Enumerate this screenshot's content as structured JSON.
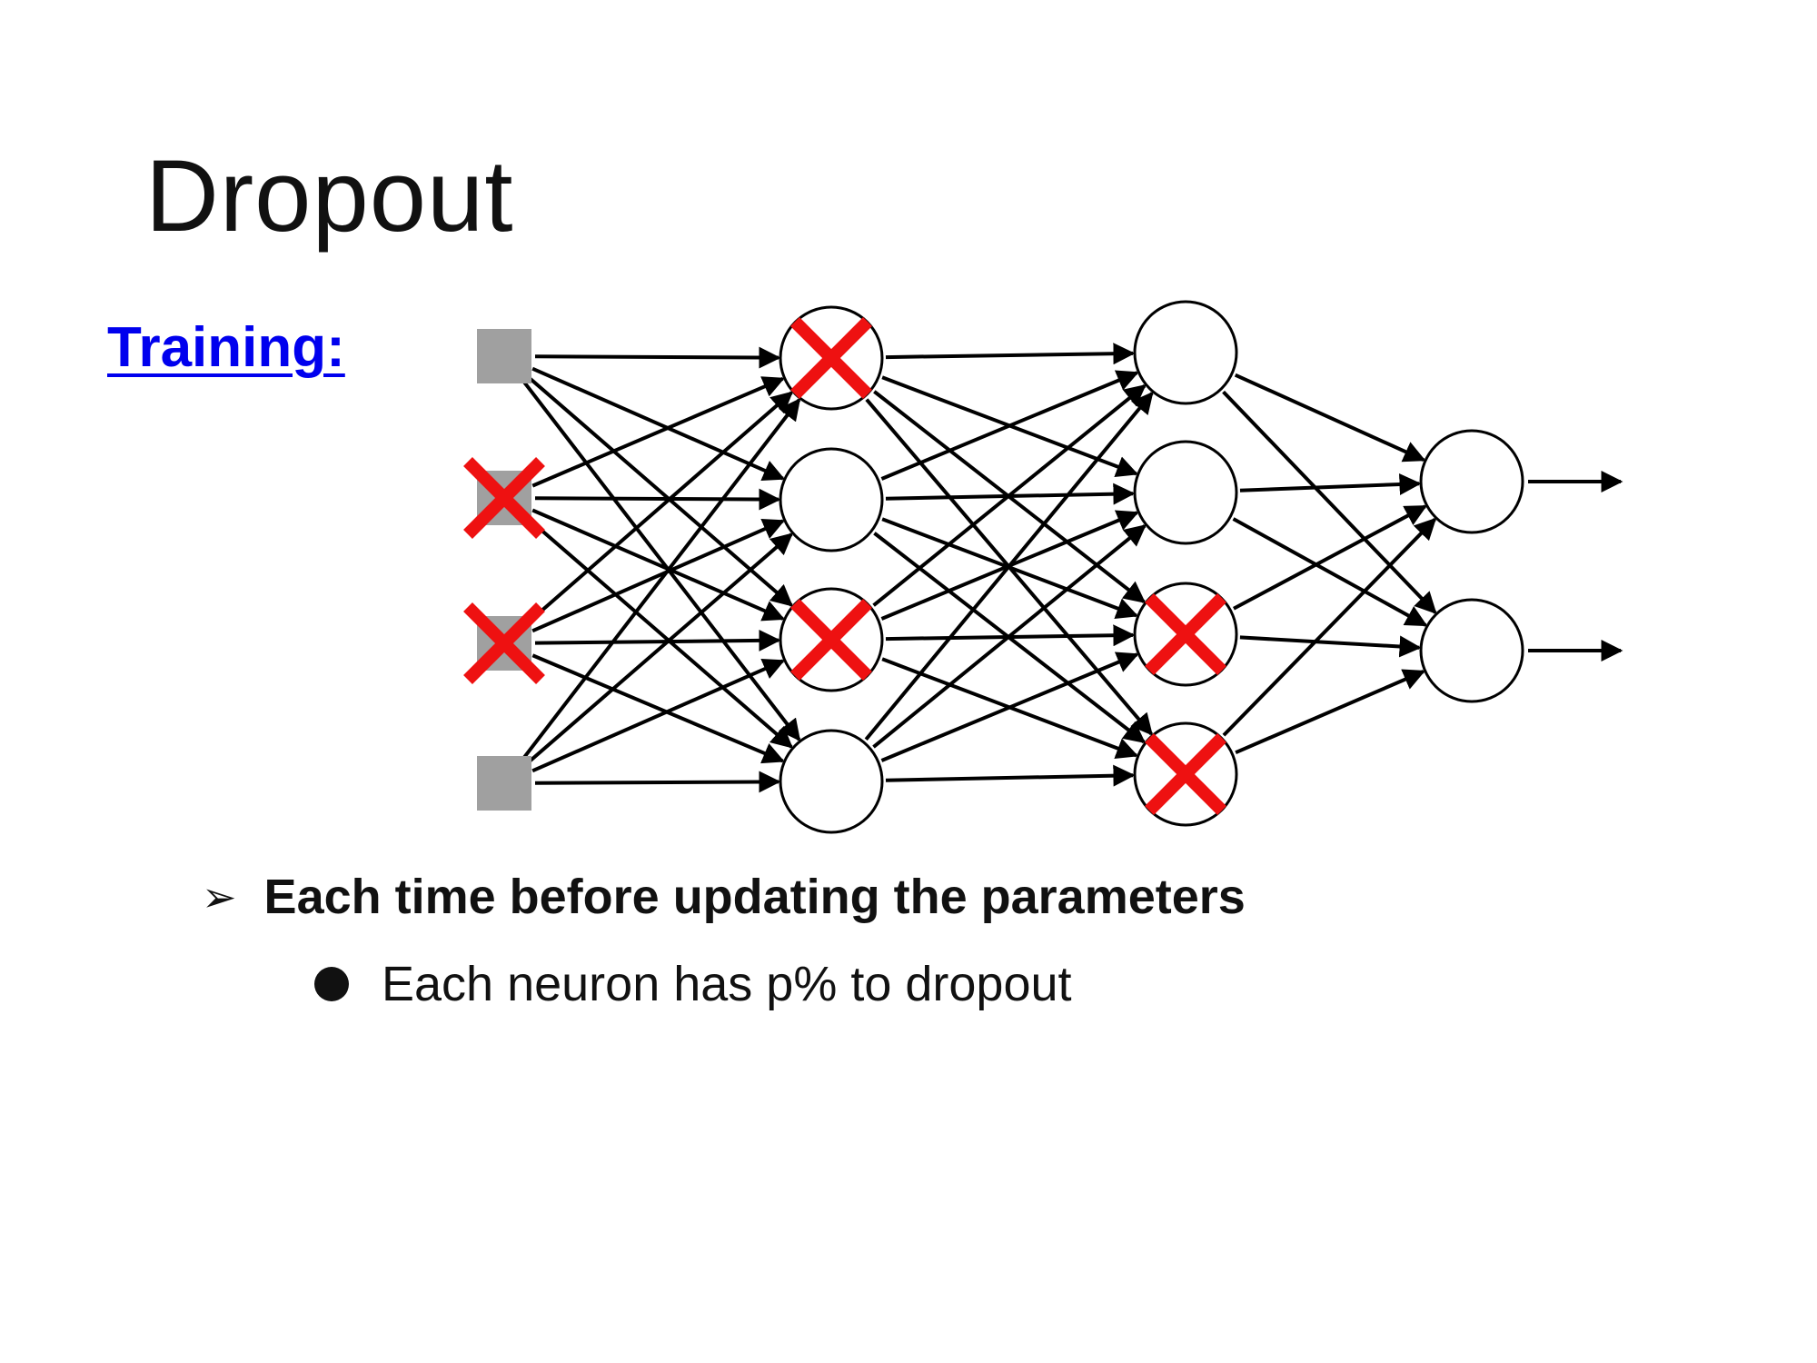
{
  "slide": {
    "title": "Dropout",
    "section_label": "Training:"
  },
  "bullets": {
    "level1": {
      "icon": "arrowhead-bullet-icon",
      "text": "Each time before updating the parameters"
    },
    "level2": {
      "icon": "filled-circle-bullet-icon",
      "text": "Each neuron has p% to dropout"
    }
  },
  "network": {
    "layers": [
      {
        "kind": "input",
        "dropped": [
          false,
          true,
          true,
          false
        ]
      },
      {
        "kind": "hidden",
        "dropped": [
          true,
          false,
          true,
          false
        ]
      },
      {
        "kind": "hidden",
        "dropped": [
          false,
          false,
          true,
          true
        ]
      },
      {
        "kind": "output",
        "dropped": [
          false,
          false
        ]
      }
    ],
    "colors": {
      "input_node": "#a0a0a0",
      "edge": "#000000",
      "drop_mark": "#ee1111",
      "node_fill": "#ffffff"
    }
  }
}
